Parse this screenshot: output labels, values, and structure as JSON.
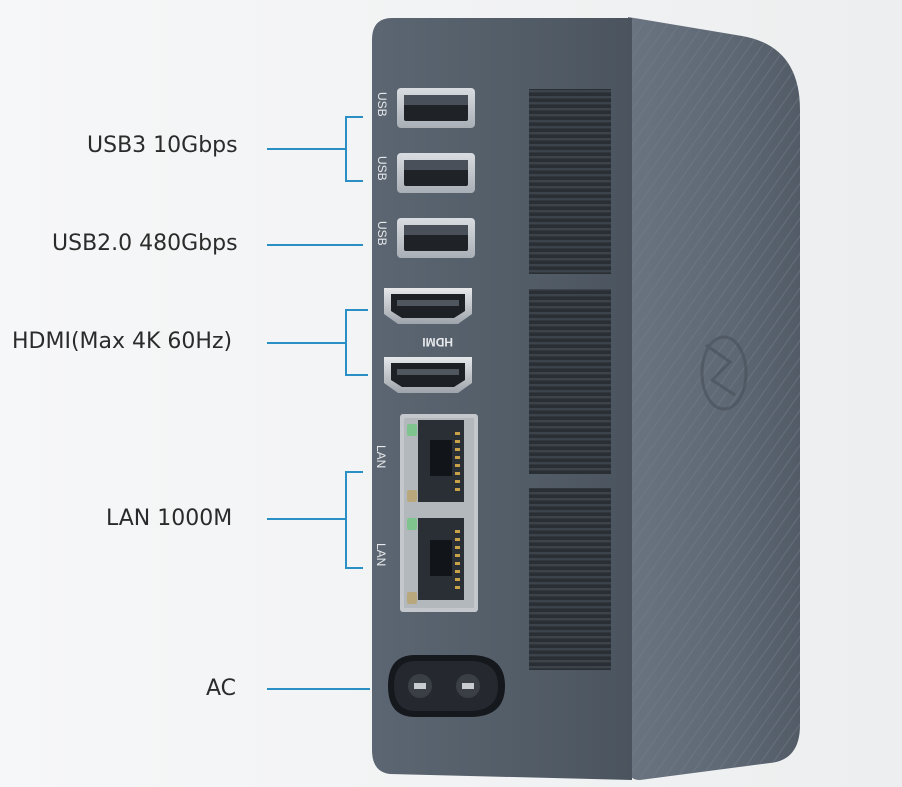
{
  "labels": {
    "usb3": "USB3 10Gbps",
    "usb2": "USB2.0 480Gbps",
    "hdmi": "HDMI(Max 4K 60Hz)",
    "lan": "LAN 1000M",
    "ac": "AC"
  },
  "port_labels": {
    "usb": "USB",
    "lan": "LAN",
    "hdmi_logo": "HDMI"
  },
  "colors": {
    "callout_line": "#2a8fc4",
    "chassis": "#56606b",
    "chassis_side": "#616b76",
    "text": "#2b2b2b"
  }
}
